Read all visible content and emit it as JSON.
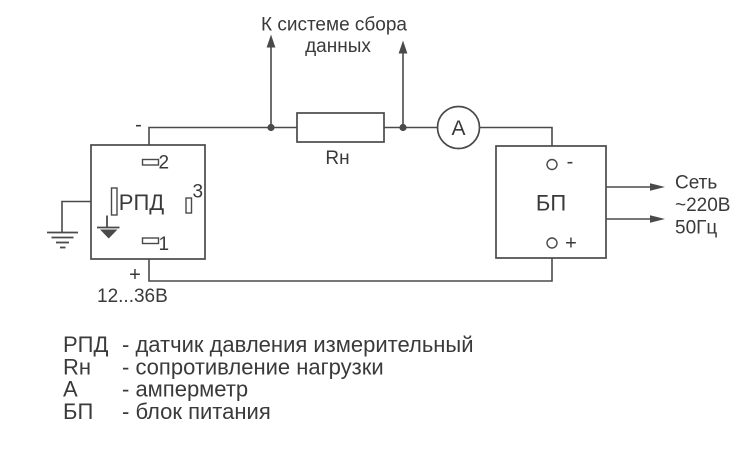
{
  "colors": {
    "line": "#4a4a4a",
    "text": "#3a3a3a",
    "background": "#ffffff"
  },
  "top_label": {
    "line1": "К системе сбора",
    "line2": "данных"
  },
  "sensor": {
    "label": "РПД",
    "pin_top": "2",
    "pin_side": "3",
    "pin_bottom": "1",
    "polarity_minus": "-",
    "polarity_plus": "+",
    "supply_range": "12...36В"
  },
  "load_resistor": {
    "label": "Rн"
  },
  "ammeter": {
    "label": "А"
  },
  "power_supply": {
    "label": "БП",
    "terminal_minus": "-",
    "terminal_plus": "+"
  },
  "mains": {
    "line1": "Сеть",
    "line2": "~220В",
    "line3": "50Гц"
  },
  "legend": {
    "rows": [
      {
        "term": "РПД",
        "desc": "- датчик давления измерительный"
      },
      {
        "term": "Rн",
        "desc": "- сопротивление нагрузки"
      },
      {
        "term": "А",
        "desc": "- амперметр"
      },
      {
        "term": "БП",
        "desc": "- блок питания"
      }
    ]
  }
}
